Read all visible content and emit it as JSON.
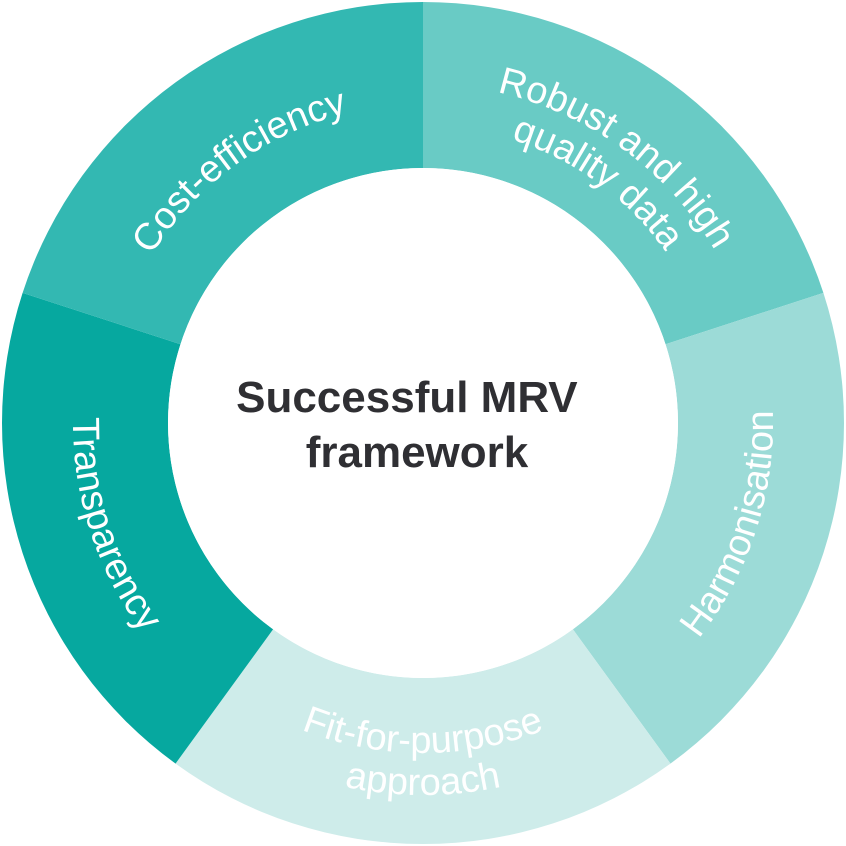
{
  "diagram": {
    "center": {
      "lines": [
        "Successful MRV",
        "framework"
      ]
    },
    "segments": [
      {
        "id": "robust",
        "lines": [
          "Robust and high",
          "quality data"
        ],
        "color": "#69cbc5",
        "text_color": "#ffffff"
      },
      {
        "id": "harmonisation",
        "lines": [
          "Harmonisation"
        ],
        "color": "#9cdbd7",
        "text_color": "#ffffff"
      },
      {
        "id": "fit",
        "lines": [
          "Fit-for-purpose",
          "approach"
        ],
        "color": "#ceecea",
        "text_color": "#ffffff"
      },
      {
        "id": "transparency",
        "lines": [
          "Transparency"
        ],
        "color": "#06a89f",
        "text_color": "#ffffff"
      },
      {
        "id": "cost",
        "lines": [
          "Cost-efficiency"
        ],
        "color": "#33b8b2",
        "text_color": "#ffffff"
      }
    ]
  }
}
